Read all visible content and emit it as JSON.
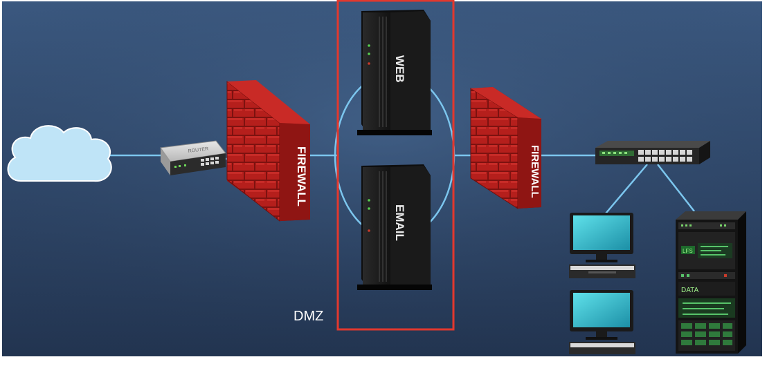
{
  "diagram": {
    "router_label": "ROUTER",
    "firewall_left_label": "FIREWALL",
    "firewall_right_label": "FIREWALL",
    "web_server_label": "WEB",
    "email_server_label": "EMAIL",
    "dmz_label": "DMZ",
    "rack_display_label": "LFS",
    "rack_data_label": "DATA"
  },
  "colors": {
    "background_top": "#3c5b83",
    "background_bottom": "#22334d",
    "link": "#7cc6ee",
    "dmz_box": "#e2382e",
    "cloud": "#bfe4f7",
    "brick": "#b31f1d",
    "server": "#1c1c1c",
    "monitor_screen": "#34c2cf"
  }
}
